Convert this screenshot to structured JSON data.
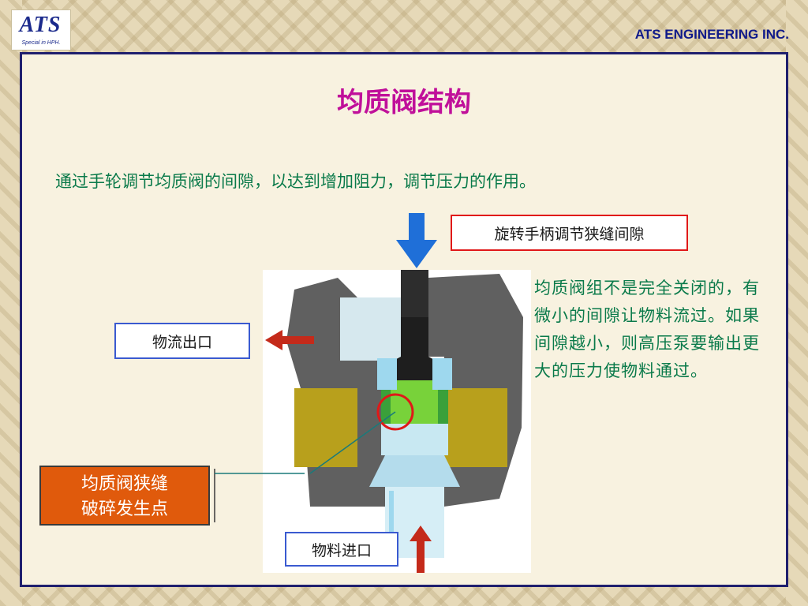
{
  "header": {
    "logo_text": "ATS",
    "logo_tagline": "Special in HPH.",
    "company": "ATS ENGINEERING INC."
  },
  "slide": {
    "title": "均质阀结构",
    "intro": "通过手轮调节均质阀的间隙，以达到增加阻力，调节压力的作用。",
    "labels": {
      "rotate_handle": "旋转手柄调节狭缝间隙",
      "outlet": "物流出口",
      "inlet": "物料进口",
      "gap_point": "均质阀狭缝\n破碎发生点"
    },
    "side_text": "均质阀组不是完全关闭的，有微小的间隙让物料流过。如果间隙越小，则高压泵要输出更大的压力使物料通过。"
  },
  "colors": {
    "title": "#c0109a",
    "body_text": "#0a7a4a",
    "company": "#101a8a",
    "frame": "#1f1f6e",
    "arrow_down": "#1f6fd8",
    "arrow_red": "#c42a1a",
    "orange_box": "#e05a0c"
  },
  "icons": {
    "down_arrow": "down-arrow-icon",
    "left_arrow": "left-arrow-icon",
    "up_arrow": "up-arrow-icon",
    "gap_marker": "red-circle-marker"
  }
}
